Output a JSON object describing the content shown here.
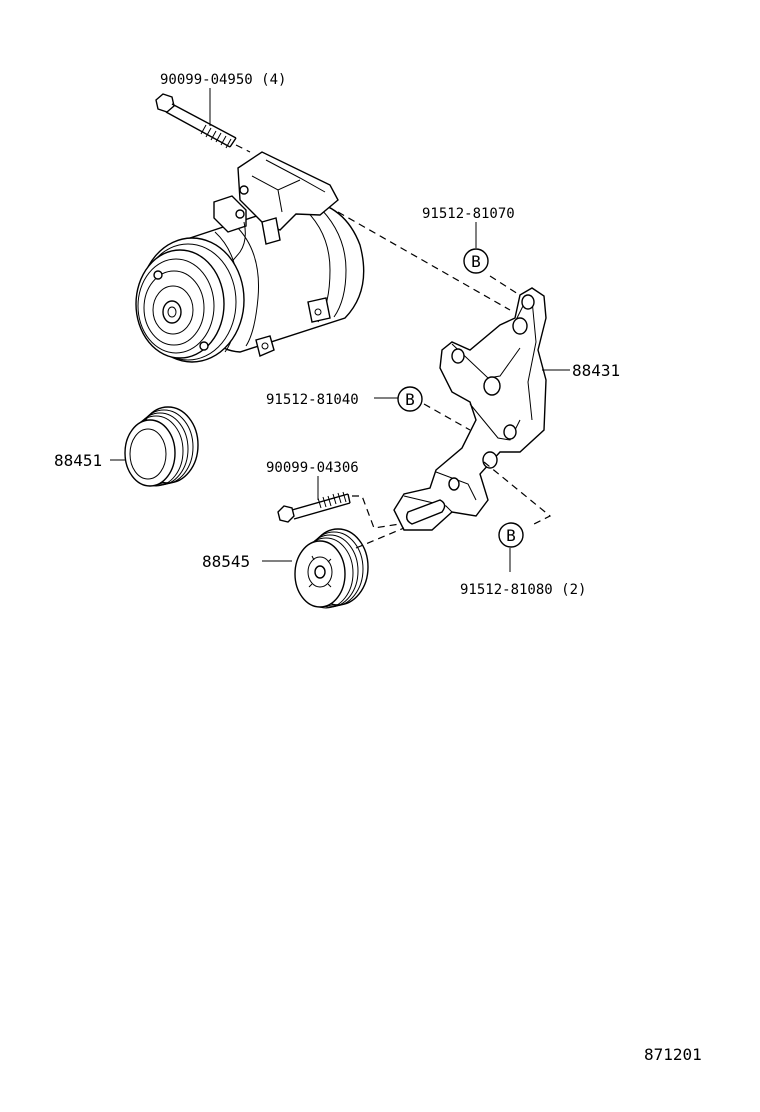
{
  "diagram": {
    "part_numbers": {
      "bolt_top": "90099-04950 (4)",
      "bracket_bolt_top": "91512-81070",
      "bracket": "88431",
      "bracket_bolt_mid": "91512-81040",
      "pulley_left": "88451",
      "bolt_mid": "90099-04306",
      "idler_pulley": "88545",
      "bracket_bolt_bottom": "91512-81080 (2)"
    },
    "callout_letter": "B",
    "figure_code": "871201"
  }
}
